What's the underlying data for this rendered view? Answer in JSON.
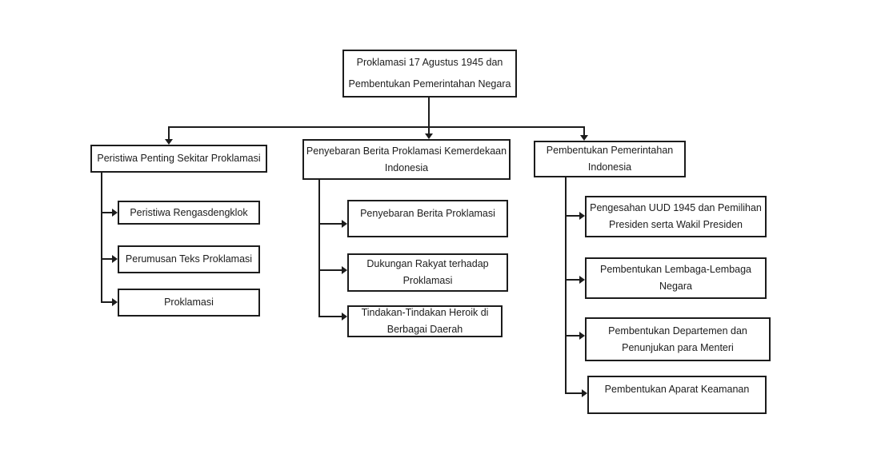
{
  "diagram": {
    "root": {
      "label": [
        "Proklamasi 17 Agustus 1945 dan",
        "Pembentukan Pemerintahan Negara"
      ]
    },
    "branches": [
      {
        "label": [
          "Peristiwa Penting Sekitar Proklamasi"
        ],
        "children": [
          {
            "label": [
              "Peristiwa Rengasdengklok"
            ]
          },
          {
            "label": [
              "Perumusan Teks Proklamasi"
            ]
          },
          {
            "label": [
              "Proklamasi"
            ]
          }
        ]
      },
      {
        "label": [
          "Penyebaran Berita Proklamasi Kemerdekaan",
          "Indonesia"
        ],
        "children": [
          {
            "label": [
              "Penyebaran Berita Proklamasi"
            ]
          },
          {
            "label": [
              "Dukungan Rakyat terhadap",
              "Proklamasi"
            ]
          },
          {
            "label": [
              "Tindakan-Tindakan Heroik di",
              "Berbagai Daerah"
            ]
          }
        ]
      },
      {
        "label": [
          "Pembentukan Pemerintahan",
          "Indonesia"
        ],
        "children": [
          {
            "label": [
              "Pengesahan UUD 1945 dan Pemilihan",
              "Presiden serta Wakil Presiden"
            ]
          },
          {
            "label": [
              "Pembentukan Lembaga-Lembaga",
              "Negara"
            ]
          },
          {
            "label": [
              "Pembentukan Departemen dan",
              "Penunjukan para Menteri"
            ]
          },
          {
            "label": [
              "Pembentukan Aparat Keamanan"
            ]
          }
        ]
      }
    ]
  },
  "colors": {
    "background": "#ffffff",
    "box_border": "#1c1c1c",
    "box_text": "#1c1c1c",
    "connector": "#1c1c1c"
  }
}
